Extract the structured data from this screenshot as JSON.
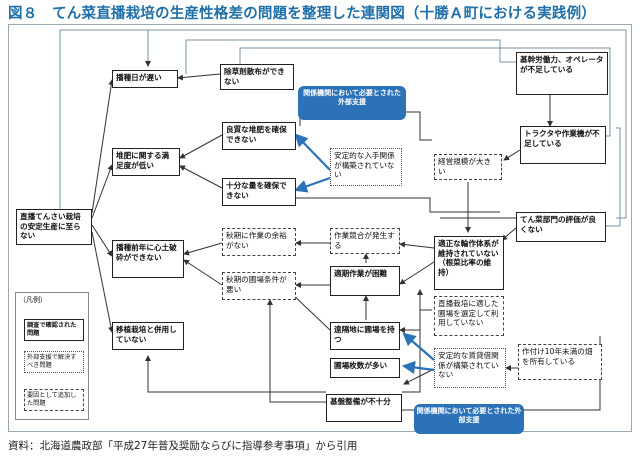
{
  "title": "図８　てん菜直播栽培の生産性格差の問題を整理した連関図（十勝Ａ町における実践例）",
  "source": "資料：北海道農政部「平成27年普及奨励ならびに指導参考事項」から引用",
  "colors": {
    "accent": "#2b72b9",
    "title": "#1f6fa8"
  },
  "nodes": {
    "core": "直播てんさい栽培の安定生産に至らない",
    "emergence": "播種日が遅い",
    "herbicide": "除草剤散布ができない",
    "fert_status": "堆肥に関する満足度が低い",
    "good_compost": "良質な堆肥を確保できない",
    "enough_compost": "十分な量を確保できない",
    "stable_supply": "安定的な入手関係が構築されていない",
    "base_labor": "基幹労働力、オペレータが不足している",
    "tractor": "トラクタや作業機が不足している",
    "scale": "経営規模が大きい",
    "beet_eval": "てん菜部門の評価が良くない",
    "seedbed": "播種前年に心土破砕ができない",
    "autumn_spare": "秋期に作業の余裕がない",
    "autumn_field": "秋期の圃場条件が悪い",
    "compete": "作業競合が発生する",
    "timing": "適期作業が困難",
    "rotation": "適正な輪作体系が維持されていない（根菜比率の維持）",
    "field_suit": "直播栽培に適した圃場を選定して利用していない",
    "transplant": "移植栽培と併用していない",
    "remote": "遠隔地に圃場を持つ",
    "field_count": "圃場枚数が多い",
    "lease": "安定的な賃貸借関係が構築されていない",
    "small_owner": "作付け10年未満の畑を所有している",
    "infra": "基盤整備が不十分"
  },
  "bubbles": {
    "top": "関係機関において必要とされた外部支援",
    "bottom": "関係機関において必要とされた外部支援"
  },
  "legend": {
    "title": "（凡例）",
    "items": [
      "調査で確認された問題",
      "外部支援で解決すべき問題",
      "要因として追加した問題"
    ]
  }
}
